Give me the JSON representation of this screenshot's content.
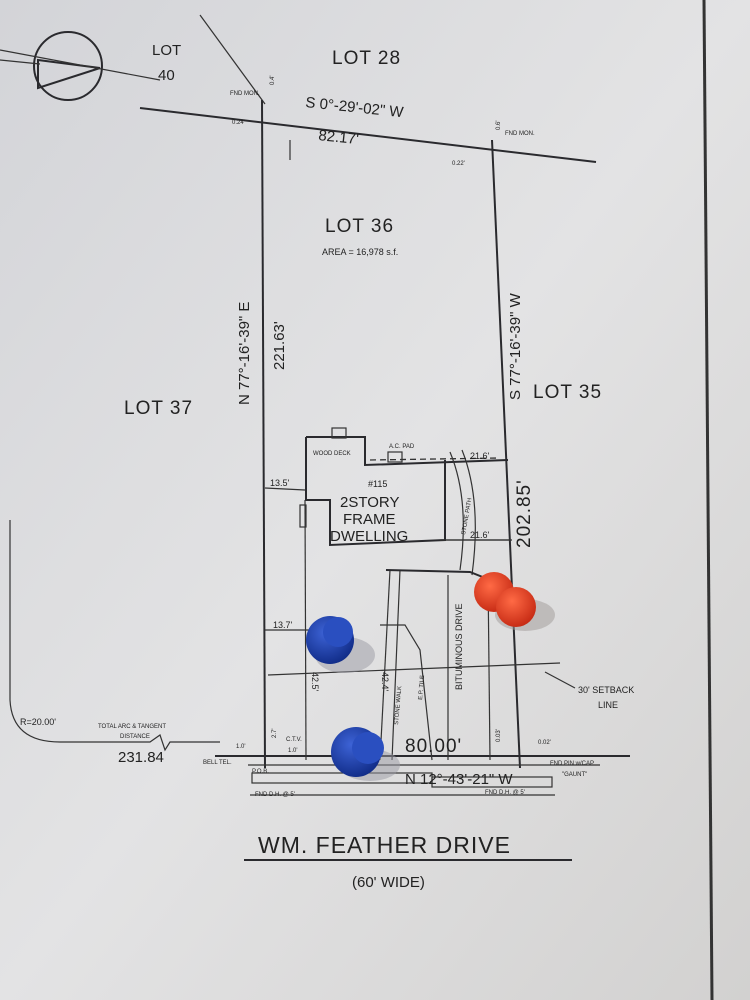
{
  "plat": {
    "lots": {
      "lot40_a": "LOT",
      "lot40_b": "40",
      "lot28": "LOT 28",
      "lot36": "LOT 36",
      "lot37": "LOT 37",
      "lot35": "LOT 35"
    },
    "area": "AREA = 16,978 s.f.",
    "bearings": {
      "top": "S 0°-29'-02\" W",
      "left": "N 77°-16'-39\" E",
      "right": "S 77°-16'-39\" W",
      "front": "N 12°-43'-21\" W"
    },
    "distances": {
      "top": "82.17'",
      "left": "221.63'",
      "right": "202.85'",
      "front": "80.00'"
    },
    "house": {
      "number": "#115",
      "line1": "2STORY",
      "line2": "FRAME",
      "line3": "DWELLING",
      "deck": "WOOD DECK",
      "pad": "A.C. PAD",
      "path": "STONE PATH"
    },
    "offsets": {
      "left_house": "13.5'",
      "right_top": "21.6'",
      "right_bottom": "21.6'",
      "left_lower": "13.7'",
      "setback_depth": "42.5'",
      "walk_depth": "42.4'",
      "pin_offset_a": "0.03'",
      "pin_offset_b": "0.02'",
      "corner_a": "2.7'",
      "corner_b": "1.0'",
      "corner_c": "1.0'",
      "top_left_a": "0.4'",
      "top_left_b": "0.24'",
      "top_right_a": "0.6'",
      "top_right_b": "0.22'"
    },
    "drive": "BITUMINOUS DRIVE",
    "walk": "STONE WALK",
    "tile": "E.P. TILE",
    "setback_a": "30' SETBACK",
    "setback_b": "LINE",
    "curve": {
      "radius": "R=20.00'",
      "label_a": "TOTAL ARC & TANGENT",
      "label_b": "DISTANCE",
      "value": "231.84"
    },
    "monuments": {
      "pob": "P.O.B.",
      "ctv": "C.T.V.",
      "bell": "BELL TEL.",
      "fnd_left": "FND D.H. @ 5'",
      "fnd_right": "FND D.H. @ 5'",
      "pin": "FND PIN w/CAP",
      "gaunt": "\"GAUNT\"",
      "fnd_mon_left": "FND MON.",
      "fnd_mon_right": "FND MON."
    },
    "street": "WM. FEATHER DRIVE",
    "street_width": "(60' WIDE)"
  },
  "pins": {
    "colors": {
      "blue": "#1c3fa8",
      "red": "#e0351e"
    }
  }
}
